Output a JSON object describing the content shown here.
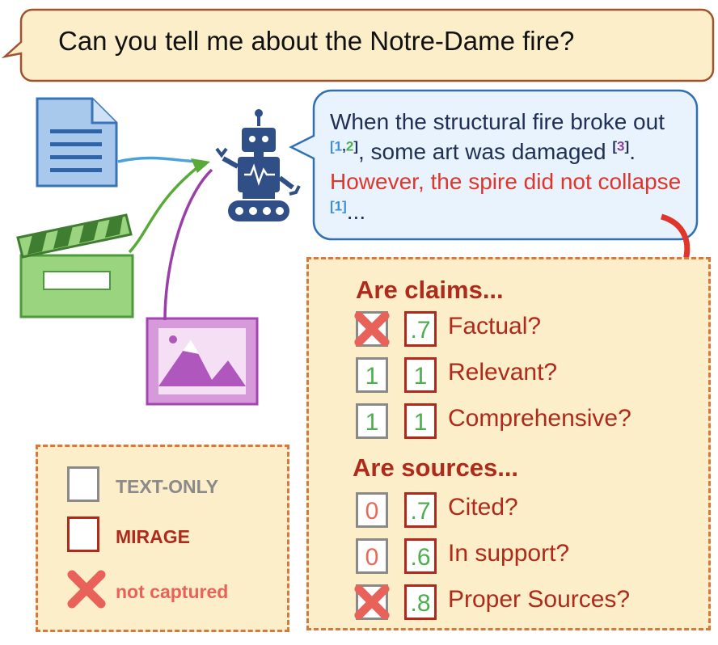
{
  "question": "Can you tell me about the Notre-Dame fire?",
  "answer": {
    "part1": "When the structural fire broke out",
    "cite1_a": "[1",
    "cite1_sep": ",",
    "cite1_b": "2",
    "cite1_end": "]",
    "part2": ", some art was damaged",
    "cite2_open": "[",
    "cite2_num": "3",
    "cite2_close": "]",
    "part3": ".",
    "part4_red": "However, the spire did not collapse",
    "cite3": "[1]",
    "part5": "..."
  },
  "sources": [
    {
      "icon": "document-icon",
      "color": "#4a86c8"
    },
    {
      "icon": "clapperboard-icon",
      "color": "#4caf4f"
    },
    {
      "icon": "image-icon",
      "color": "#b45bbf"
    }
  ],
  "claims": {
    "title": "Are claims...",
    "rows": [
      {
        "text_only": "",
        "text_only_captured": false,
        "mirage": ".7",
        "label": "Factual?"
      },
      {
        "text_only": "1",
        "text_only_captured": true,
        "mirage": "1",
        "label": "Relevant?"
      },
      {
        "text_only": "1",
        "text_only_captured": true,
        "mirage": "1",
        "label": "Comprehensive?"
      }
    ]
  },
  "sources_eval": {
    "title": "Are sources...",
    "rows": [
      {
        "text_only": "0",
        "text_only_captured": true,
        "mirage": ".7",
        "label": "Cited?"
      },
      {
        "text_only": "0",
        "text_only_captured": true,
        "mirage": ".6",
        "label": "In support?"
      },
      {
        "text_only": "",
        "text_only_captured": false,
        "mirage": ".8",
        "label": "Proper Sources?"
      }
    ]
  },
  "legend": {
    "text_only": "TEXT-ONLY",
    "mirage": "MIRAGE",
    "not_captured": "not captured"
  },
  "colors": {
    "panel_fill": "#fbeec9",
    "panel_border": "#d9783d",
    "title_red": "#b02a1c",
    "score_green": "#4caf4f",
    "score_red": "#e86a5a",
    "grey_box": "#8a8a8a",
    "cross": "#e8625a"
  }
}
